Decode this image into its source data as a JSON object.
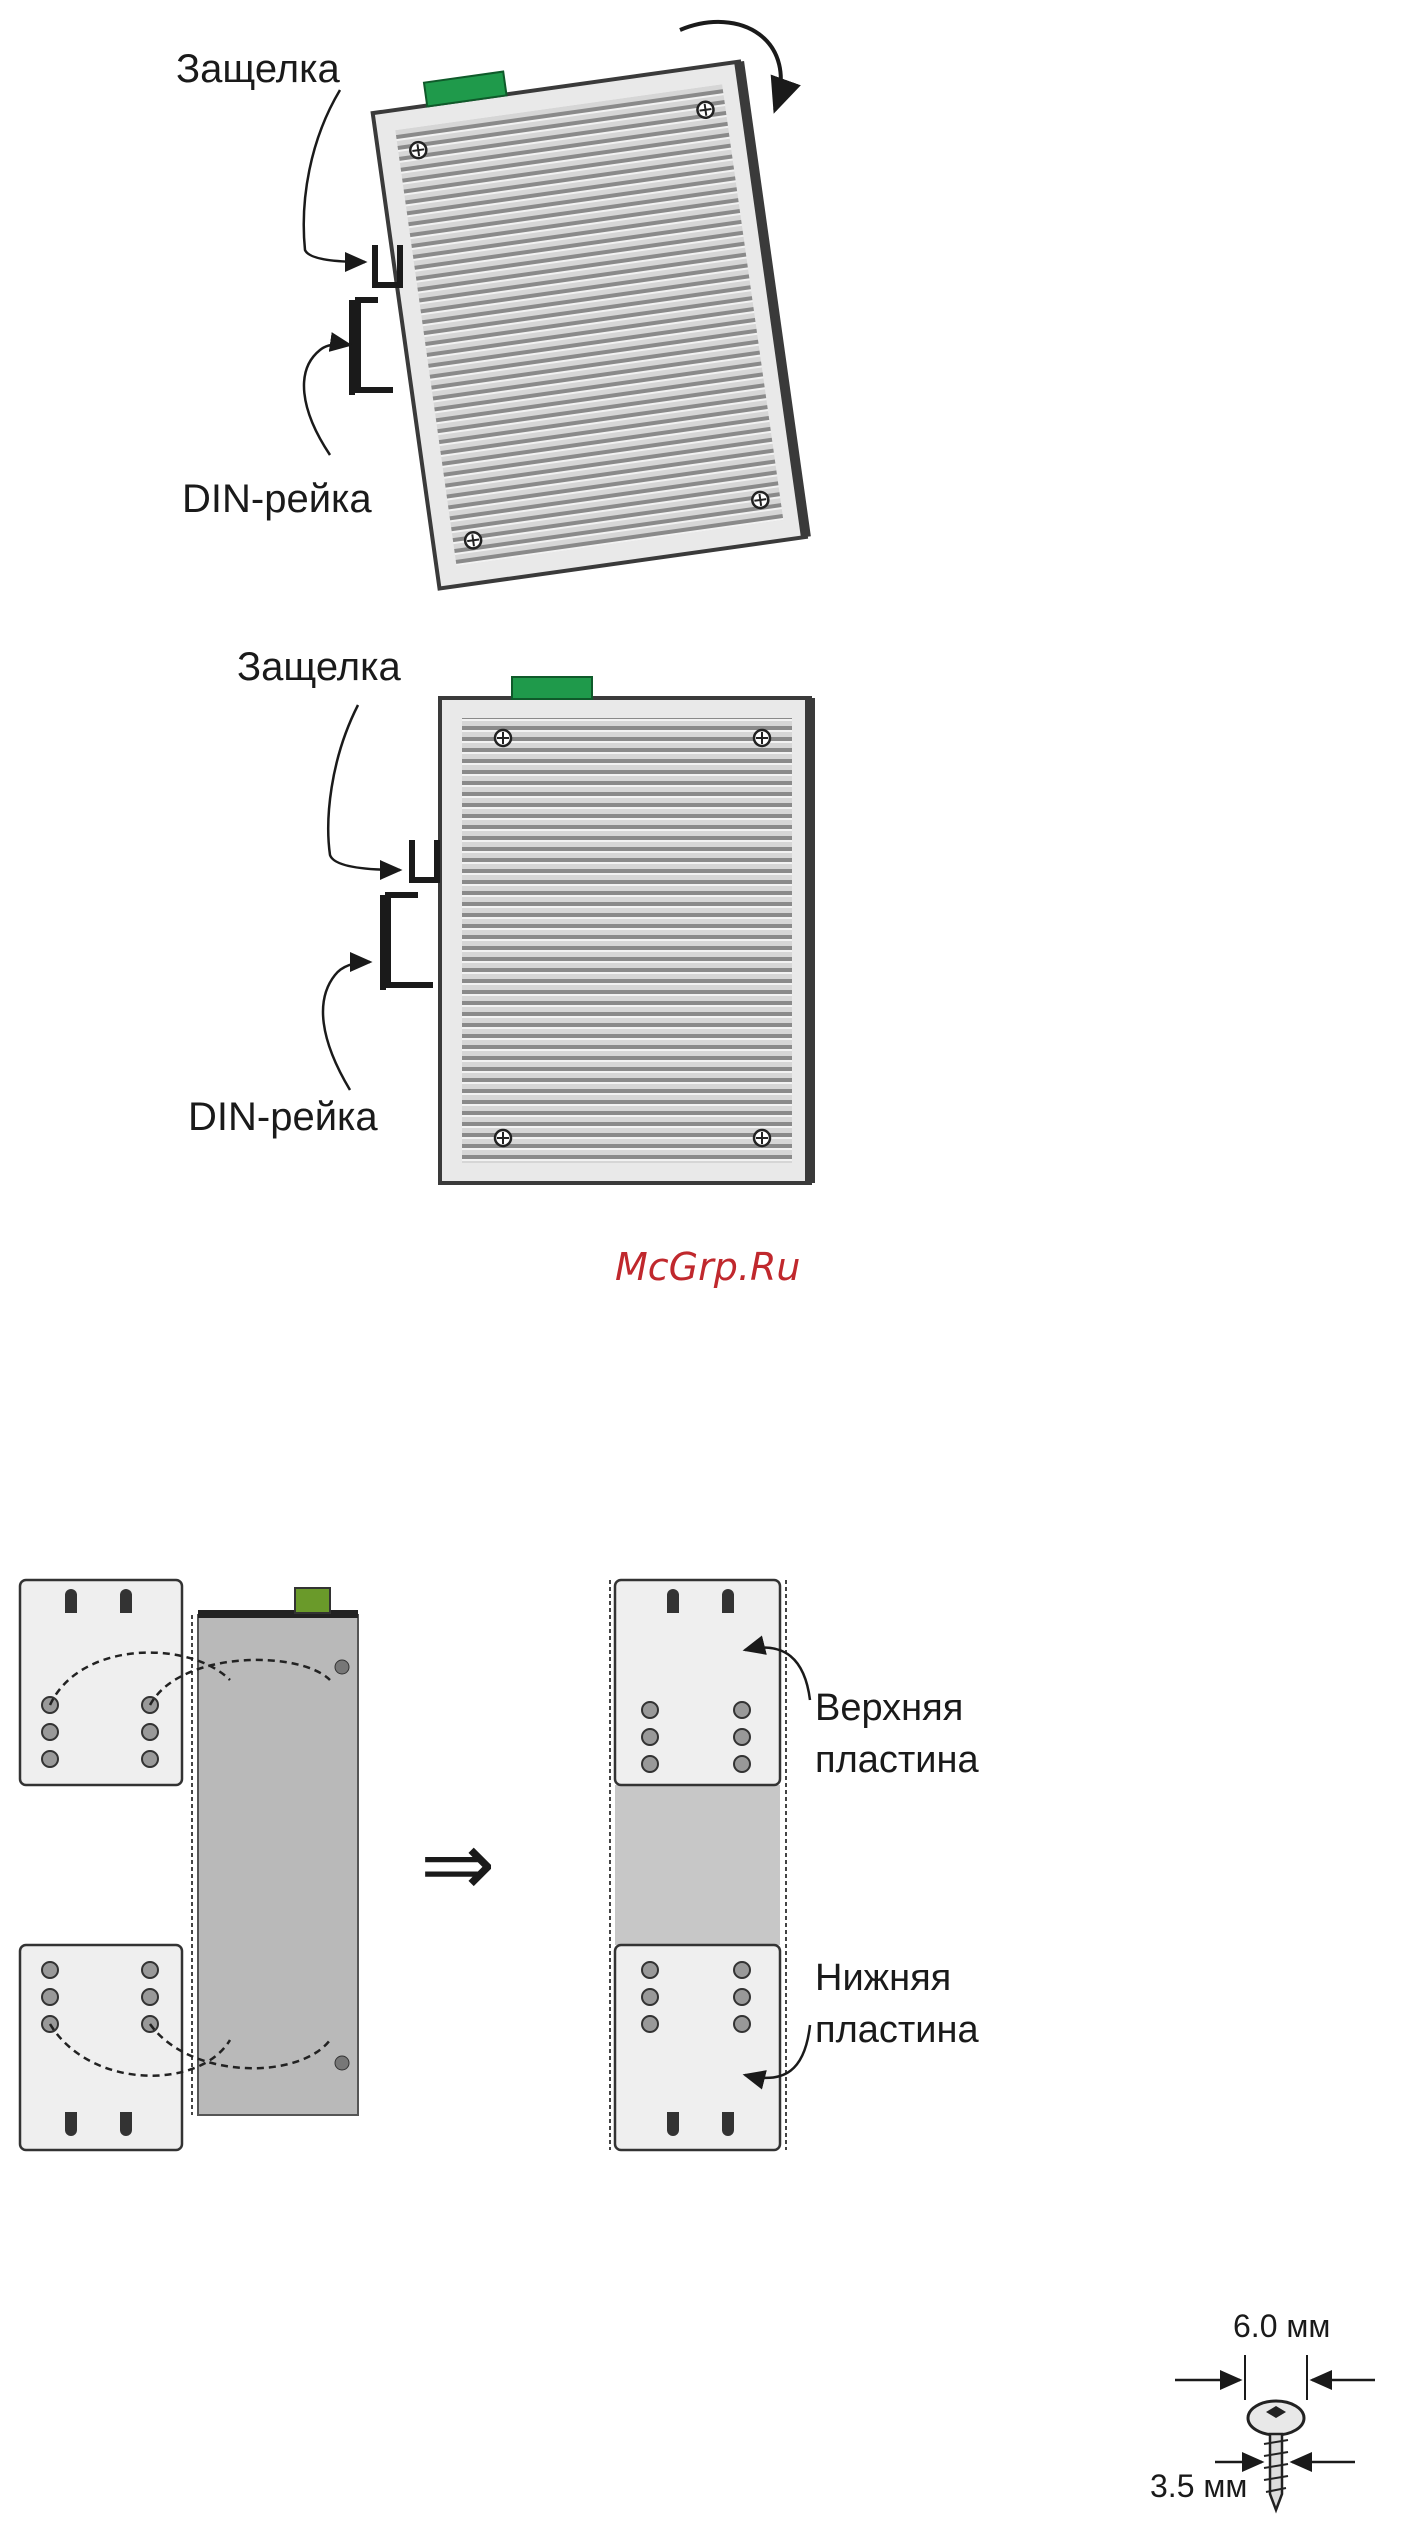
{
  "figure1": {
    "latch_label": "Защелка",
    "rail_label": "DIN-рейка"
  },
  "figure2": {
    "latch_label": "Защелка",
    "rail_label": "DIN-рейка"
  },
  "watermark": "McGrp.Ru",
  "figure3": {
    "arrow_symbol": "⇒",
    "top_plate_label_line1": "Верхняя",
    "top_plate_label_line2": "пластина",
    "bottom_plate_label_line1": "Нижняя",
    "bottom_plate_label_line2": "пластина"
  },
  "figure4": {
    "head_dim": "6.0 мм",
    "shank_dim": "3.5 мм"
  },
  "colors": {
    "connector_green": "#1f9a4b",
    "panel_gray": "#b9b9b9",
    "plate_gray": "#c7c7c7",
    "line": "#222222"
  }
}
